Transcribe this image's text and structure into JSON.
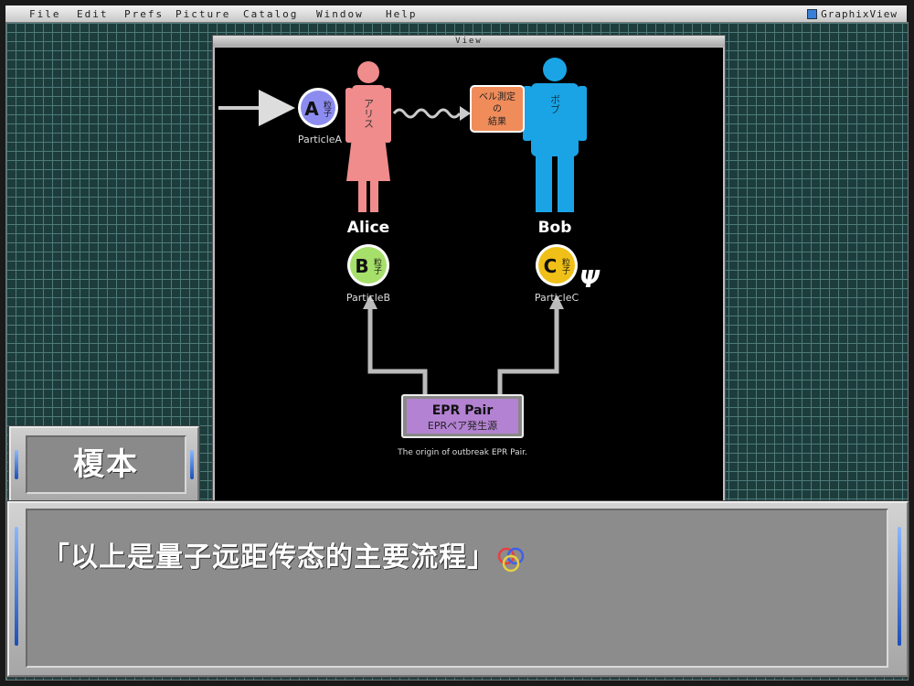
{
  "menubar": {
    "items": [
      "File",
      "Edit",
      "Prefs",
      "Picture",
      "Catalog",
      "Window",
      "Help"
    ],
    "app_name": "GraphixView"
  },
  "view_window": {
    "title": "View"
  },
  "diagram": {
    "alice": {
      "name": "Alice",
      "label": "アリス",
      "color": "#f08c8c"
    },
    "bob": {
      "name": "Bob",
      "label": "ボブ",
      "color": "#1aa4e6"
    },
    "particle_a": {
      "letter": "A",
      "kanji": "粒子",
      "caption": "ParticleA",
      "color": "#8c8cf0"
    },
    "particle_b": {
      "letter": "B",
      "kanji": "粒子",
      "caption": "ParticleB",
      "color": "#a6e06a"
    },
    "particle_c": {
      "letter": "C",
      "kanji": "粒子",
      "caption": "ParticleC",
      "color": "#f0c018",
      "psi": "Ψ"
    },
    "bell_box": {
      "line1": "ベル測定",
      "line2": "の",
      "line3": "結果",
      "color": "#f08c5a"
    },
    "epr_box": {
      "title": "EPR Pair",
      "subtitle": "EPRペア発生源",
      "caption": "The origin of outbreak EPR Pair.",
      "color": "#b482d2"
    }
  },
  "speaker": {
    "name": "榎本"
  },
  "dialog": {
    "text": "「以上是量子远距传态的主要流程」"
  },
  "colors": {
    "grid_bg": "#1d3c3c",
    "grid_line": "#4e7a7a",
    "panel_gray": "#8c8c8c",
    "accent_blue": "#1b4fb8"
  }
}
